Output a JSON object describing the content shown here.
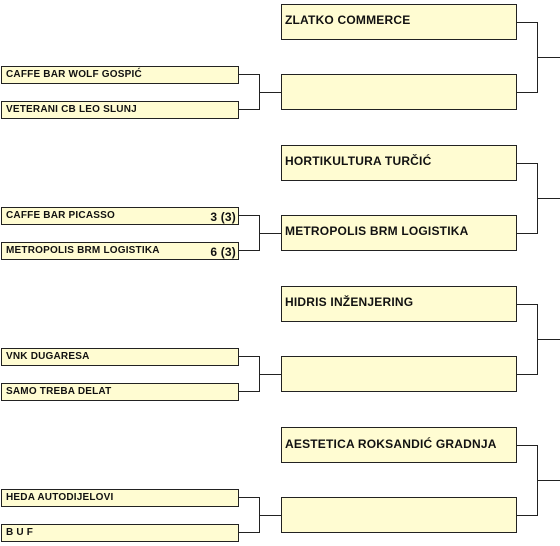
{
  "bracket": {
    "groups": [
      {
        "seed": "ZLATKO COMMERCE",
        "winner": "",
        "match": [
          {
            "team": "CAFFE BAR WOLF GOSPIĆ",
            "score": ""
          },
          {
            "team": "VETERANI CB LEO SLUNJ",
            "score": ""
          }
        ]
      },
      {
        "seed": "HORTIKULTURA TURČIĆ",
        "winner": "METROPOLIS BRM LOGISTIKA",
        "match": [
          {
            "team": "CAFFE BAR PICASSO",
            "score": "3 (3)"
          },
          {
            "team": "METROPOLIS BRM LOGISTIKA",
            "score": "6 (3)"
          }
        ]
      },
      {
        "seed": "HIDRIS INŽENJERING",
        "winner": "",
        "match": [
          {
            "team": "VNK DUGARESA",
            "score": ""
          },
          {
            "team": "SAMO TREBA DELAT",
            "score": ""
          }
        ]
      },
      {
        "seed": "AESTETICA ROKSANDIĆ GRADNJA",
        "winner": "",
        "match": [
          {
            "team": "HEDA AUTODIJELOVI",
            "score": ""
          },
          {
            "team": "B U F",
            "score": ""
          }
        ]
      }
    ]
  }
}
